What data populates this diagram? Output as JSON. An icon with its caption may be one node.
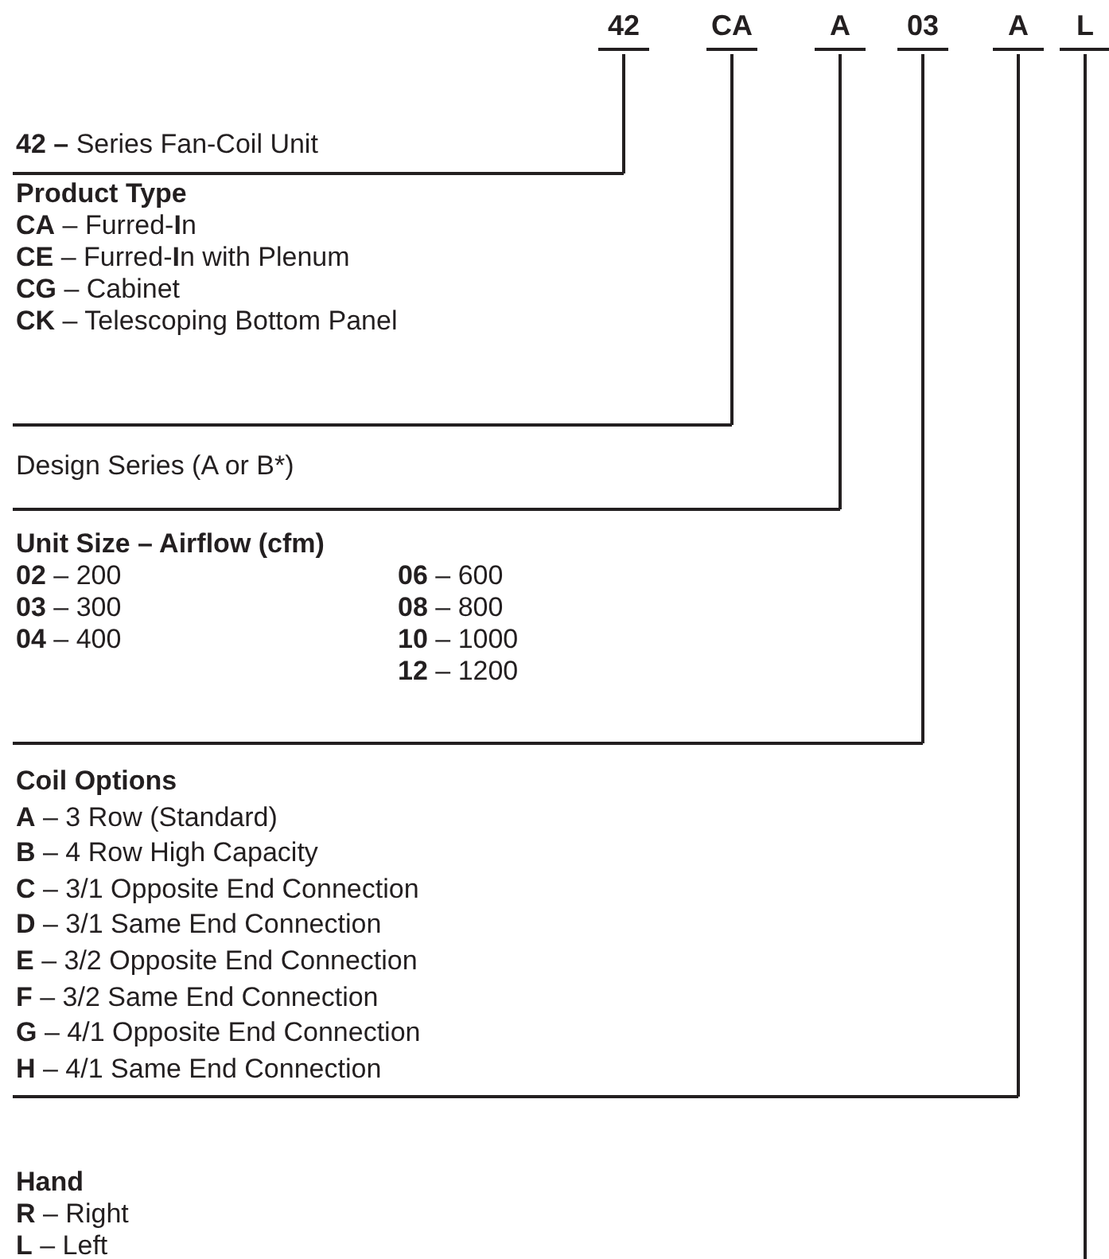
{
  "diagram": {
    "nodes": [
      {
        "text": [
          "42"
        ]
      },
      {
        "text": [
          "CA"
        ]
      },
      {
        "text": [
          "A"
        ]
      },
      {
        "text": [
          "03"
        ]
      },
      {
        "text": [
          "A"
        ]
      },
      {
        "text": [
          "L"
        ]
      },
      {
        "text": [
          "**42 –** Series Fan-Coil Unit"
        ]
      },
      {
        "text": [
          "Product Type",
          "**CA** – Furred-**I**n",
          "**CE** – Furred-**I**n with Plenum",
          "**CG** – Cabinet",
          "**CK** – Telescoping Bottom Panel"
        ]
      },
      {
        "text": [
          "Design Series (A or B*)"
        ]
      },
      {
        "text": [
          "Unit Size – Airflow (cfm)",
          "**02** – 200",
          "**03** – 300",
          "**04** – 400",
          "**06** – 600",
          "**08** – 800",
          "**10** – 1000",
          "**12** – 1200"
        ]
      },
      {
        "text": [
          "Coil Options",
          "**A** – 3 Row (Standard)",
          "**B** – 4 Row High Capacity",
          "**C** – 3/1 Opposite End Connection",
          "**D** – 3/1 Same End Connection",
          "**E** – 3/2 Opposite End Connection",
          "**F** – 3/2 Same End Connection",
          "**G** – 4/1 Opposite End Connection",
          "**H** – 4/1 Same End Connection"
        ]
      },
      {
        "text": [
          "Hand",
          "**R** – Right",
          "**L** – Left"
        ]
      }
    ],
    "edges": [
      {
        "from": 0,
        "to": 6,
        "arrow": "none"
      },
      {
        "from": 1,
        "to": 7,
        "arrow": "none"
      },
      {
        "from": 2,
        "to": 8,
        "arrow": "none"
      },
      {
        "from": 3,
        "to": 9,
        "arrow": "none"
      },
      {
        "from": 4,
        "to": 10,
        "arrow": "none"
      },
      {
        "from": 5,
        "to": null,
        "arrow": "none"
      }
    ]
  }
}
